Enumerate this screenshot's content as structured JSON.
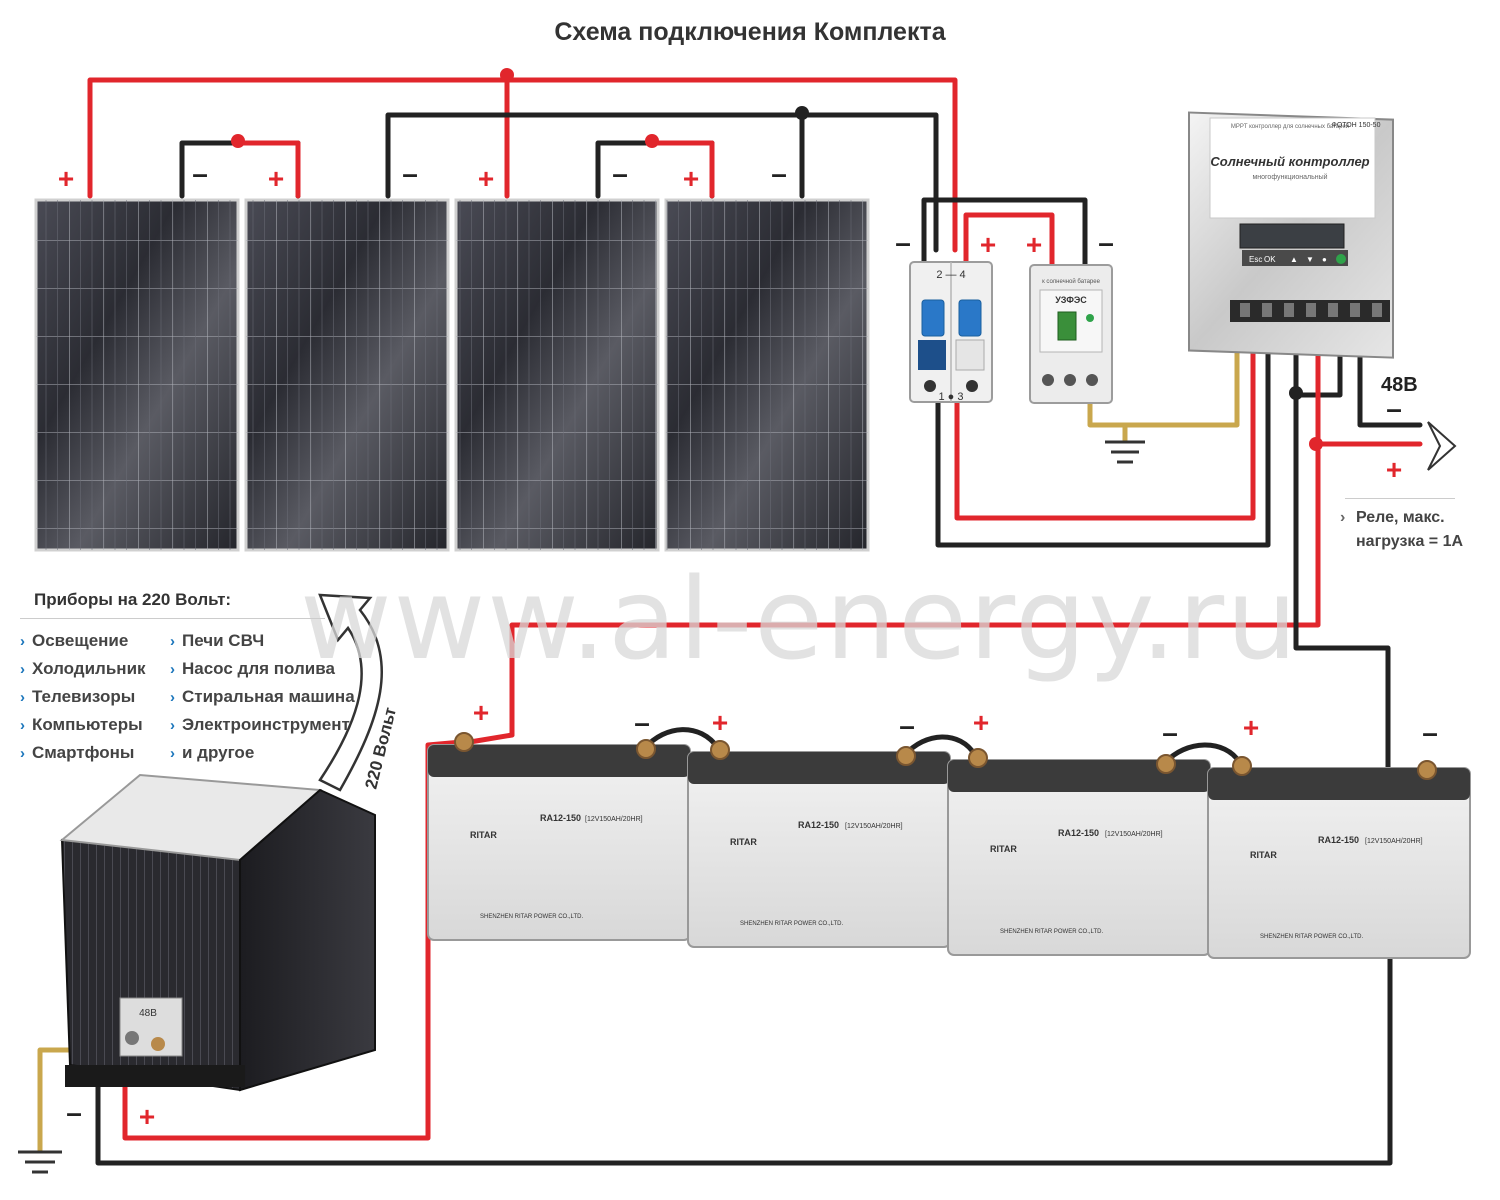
{
  "title": "Схема подключения Комплекта",
  "watermark": "www.al-energy.ru",
  "polarity": {
    "plus": "+",
    "minus": "–"
  },
  "devices_block": {
    "title": "Приборы на 220 Вольт:",
    "column_left": [
      "Освещение",
      "Холодильник",
      "Телевизоры",
      "Компьютеры",
      "Смартфоны"
    ],
    "column_right": [
      "Печи СВЧ",
      "Насос для полива",
      "Стиральная машина",
      "Электроинструмент",
      "и другое"
    ]
  },
  "arrow_label": "220 Вольт",
  "controller": {
    "name": "Солнечный контроллер",
    "subtitle": "многофункциональный",
    "model": "ФОТОН 150-50",
    "header": "MPPT контроллер для солнечных батарей",
    "buttons": [
      "Esc",
      "OK",
      "▲",
      "▼",
      "●",
      "⏻"
    ]
  },
  "uzes": {
    "label": "УЗФЭС",
    "sublabel": "к солнечной батарее"
  },
  "breaker": {
    "top": "2 — 4",
    "bottom": "1 ● 3"
  },
  "output": {
    "voltage": "48В",
    "relay_lines": [
      "Реле, макс.",
      "нагрузка = 1А"
    ]
  },
  "inverter": {
    "plate": "48В"
  },
  "batteries": [
    {
      "brand": "RITAR",
      "model": "RA12-150",
      "spec": "[12V150AH/20HR]",
      "maker": "SHENZHEN RITAR POWER CO.,LTD."
    },
    {
      "brand": "RITAR",
      "model": "RA12-150",
      "spec": "[12V150AH/20HR]",
      "maker": "SHENZHEN RITAR POWER CO.,LTD."
    },
    {
      "brand": "RITAR",
      "model": "RA12-150",
      "spec": "[12V150AH/20HR]",
      "maker": "SHENZHEN RITAR POWER CO.,LTD."
    },
    {
      "brand": "RITAR",
      "model": "RA12-150",
      "spec": "[12V150AH/20HR]",
      "maker": "SHENZHEN RITAR POWER CO.,LTD."
    }
  ],
  "colors": {
    "positive": "#e1262c",
    "negative": "#222222",
    "ground": "#c9a74d",
    "accent": "#1a75bb",
    "title": "#333333"
  }
}
